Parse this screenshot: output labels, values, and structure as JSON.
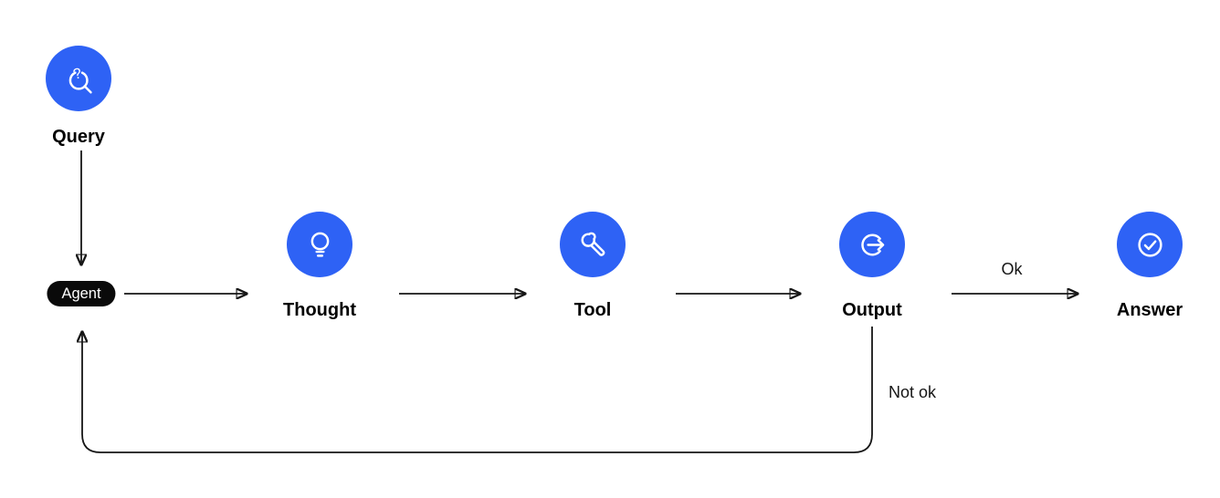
{
  "diagram": {
    "nodes": [
      {
        "id": "query",
        "label": "Query",
        "shape": "circle",
        "icon": "magnifier-question-icon"
      },
      {
        "id": "agent",
        "label": "Agent",
        "shape": "pill",
        "icon": null
      },
      {
        "id": "thought",
        "label": "Thought",
        "shape": "circle",
        "icon": "lightbulb-icon"
      },
      {
        "id": "tool",
        "label": "Tool",
        "shape": "circle",
        "icon": "wrench-icon"
      },
      {
        "id": "output",
        "label": "Output",
        "shape": "circle",
        "icon": "arrow-out-circle-icon"
      },
      {
        "id": "answer",
        "label": "Answer",
        "shape": "circle",
        "icon": "check-circle-icon"
      }
    ],
    "edges": [
      {
        "from": "query",
        "to": "agent",
        "label": ""
      },
      {
        "from": "agent",
        "to": "thought",
        "label": ""
      },
      {
        "from": "thought",
        "to": "tool",
        "label": ""
      },
      {
        "from": "tool",
        "to": "output",
        "label": ""
      },
      {
        "from": "output",
        "to": "answer",
        "label": "Ok"
      },
      {
        "from": "output",
        "to": "agent",
        "label": "Not ok",
        "type": "feedback-loop"
      }
    ],
    "colors": {
      "node_fill": "#2e62f5",
      "icon_stroke": "#ffffff",
      "agent_fill": "#0a0a0a",
      "agent_text": "#ffffff",
      "edge": "#161616",
      "label_text": "#000000",
      "background": "#ffffff"
    }
  }
}
